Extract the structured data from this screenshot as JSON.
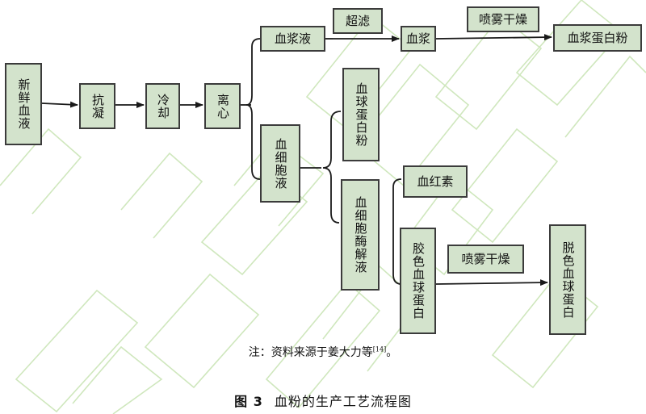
{
  "nodes": {
    "fresh_blood": "新鲜血液",
    "anticoagulation": "抗凝",
    "cooling": "冷却",
    "centrifuge": "离心",
    "plasma_liquid": "血浆液",
    "ultrafiltration": "超滤",
    "plasma": "血浆",
    "spray_dry_top": "喷雾干燥",
    "plasma_protein_powder": "血浆蛋白粉",
    "blood_cell_liquid": "血细胞液",
    "globin_powder": "血球蛋白粉",
    "enzymatic_hydrolysate": "血细胞酶解液",
    "hemoglobin": "血红素",
    "pigmented_globin": "胶色血球蛋白",
    "spray_dry_bottom": "喷雾干燥",
    "decolored_globin": "脱色血球蛋白"
  },
  "note": {
    "text": "注：资料来源于姜大力等",
    "ref": "[14]",
    "end": "。"
  },
  "caption": {
    "figure": "图 3",
    "title": "血粉的生产工艺流程图"
  },
  "colors": {
    "box_fill": "#d3e3cc",
    "box_border": "#3b3b3b",
    "line": "#1a1a1a",
    "watermark": "#cfe7bd"
  }
}
